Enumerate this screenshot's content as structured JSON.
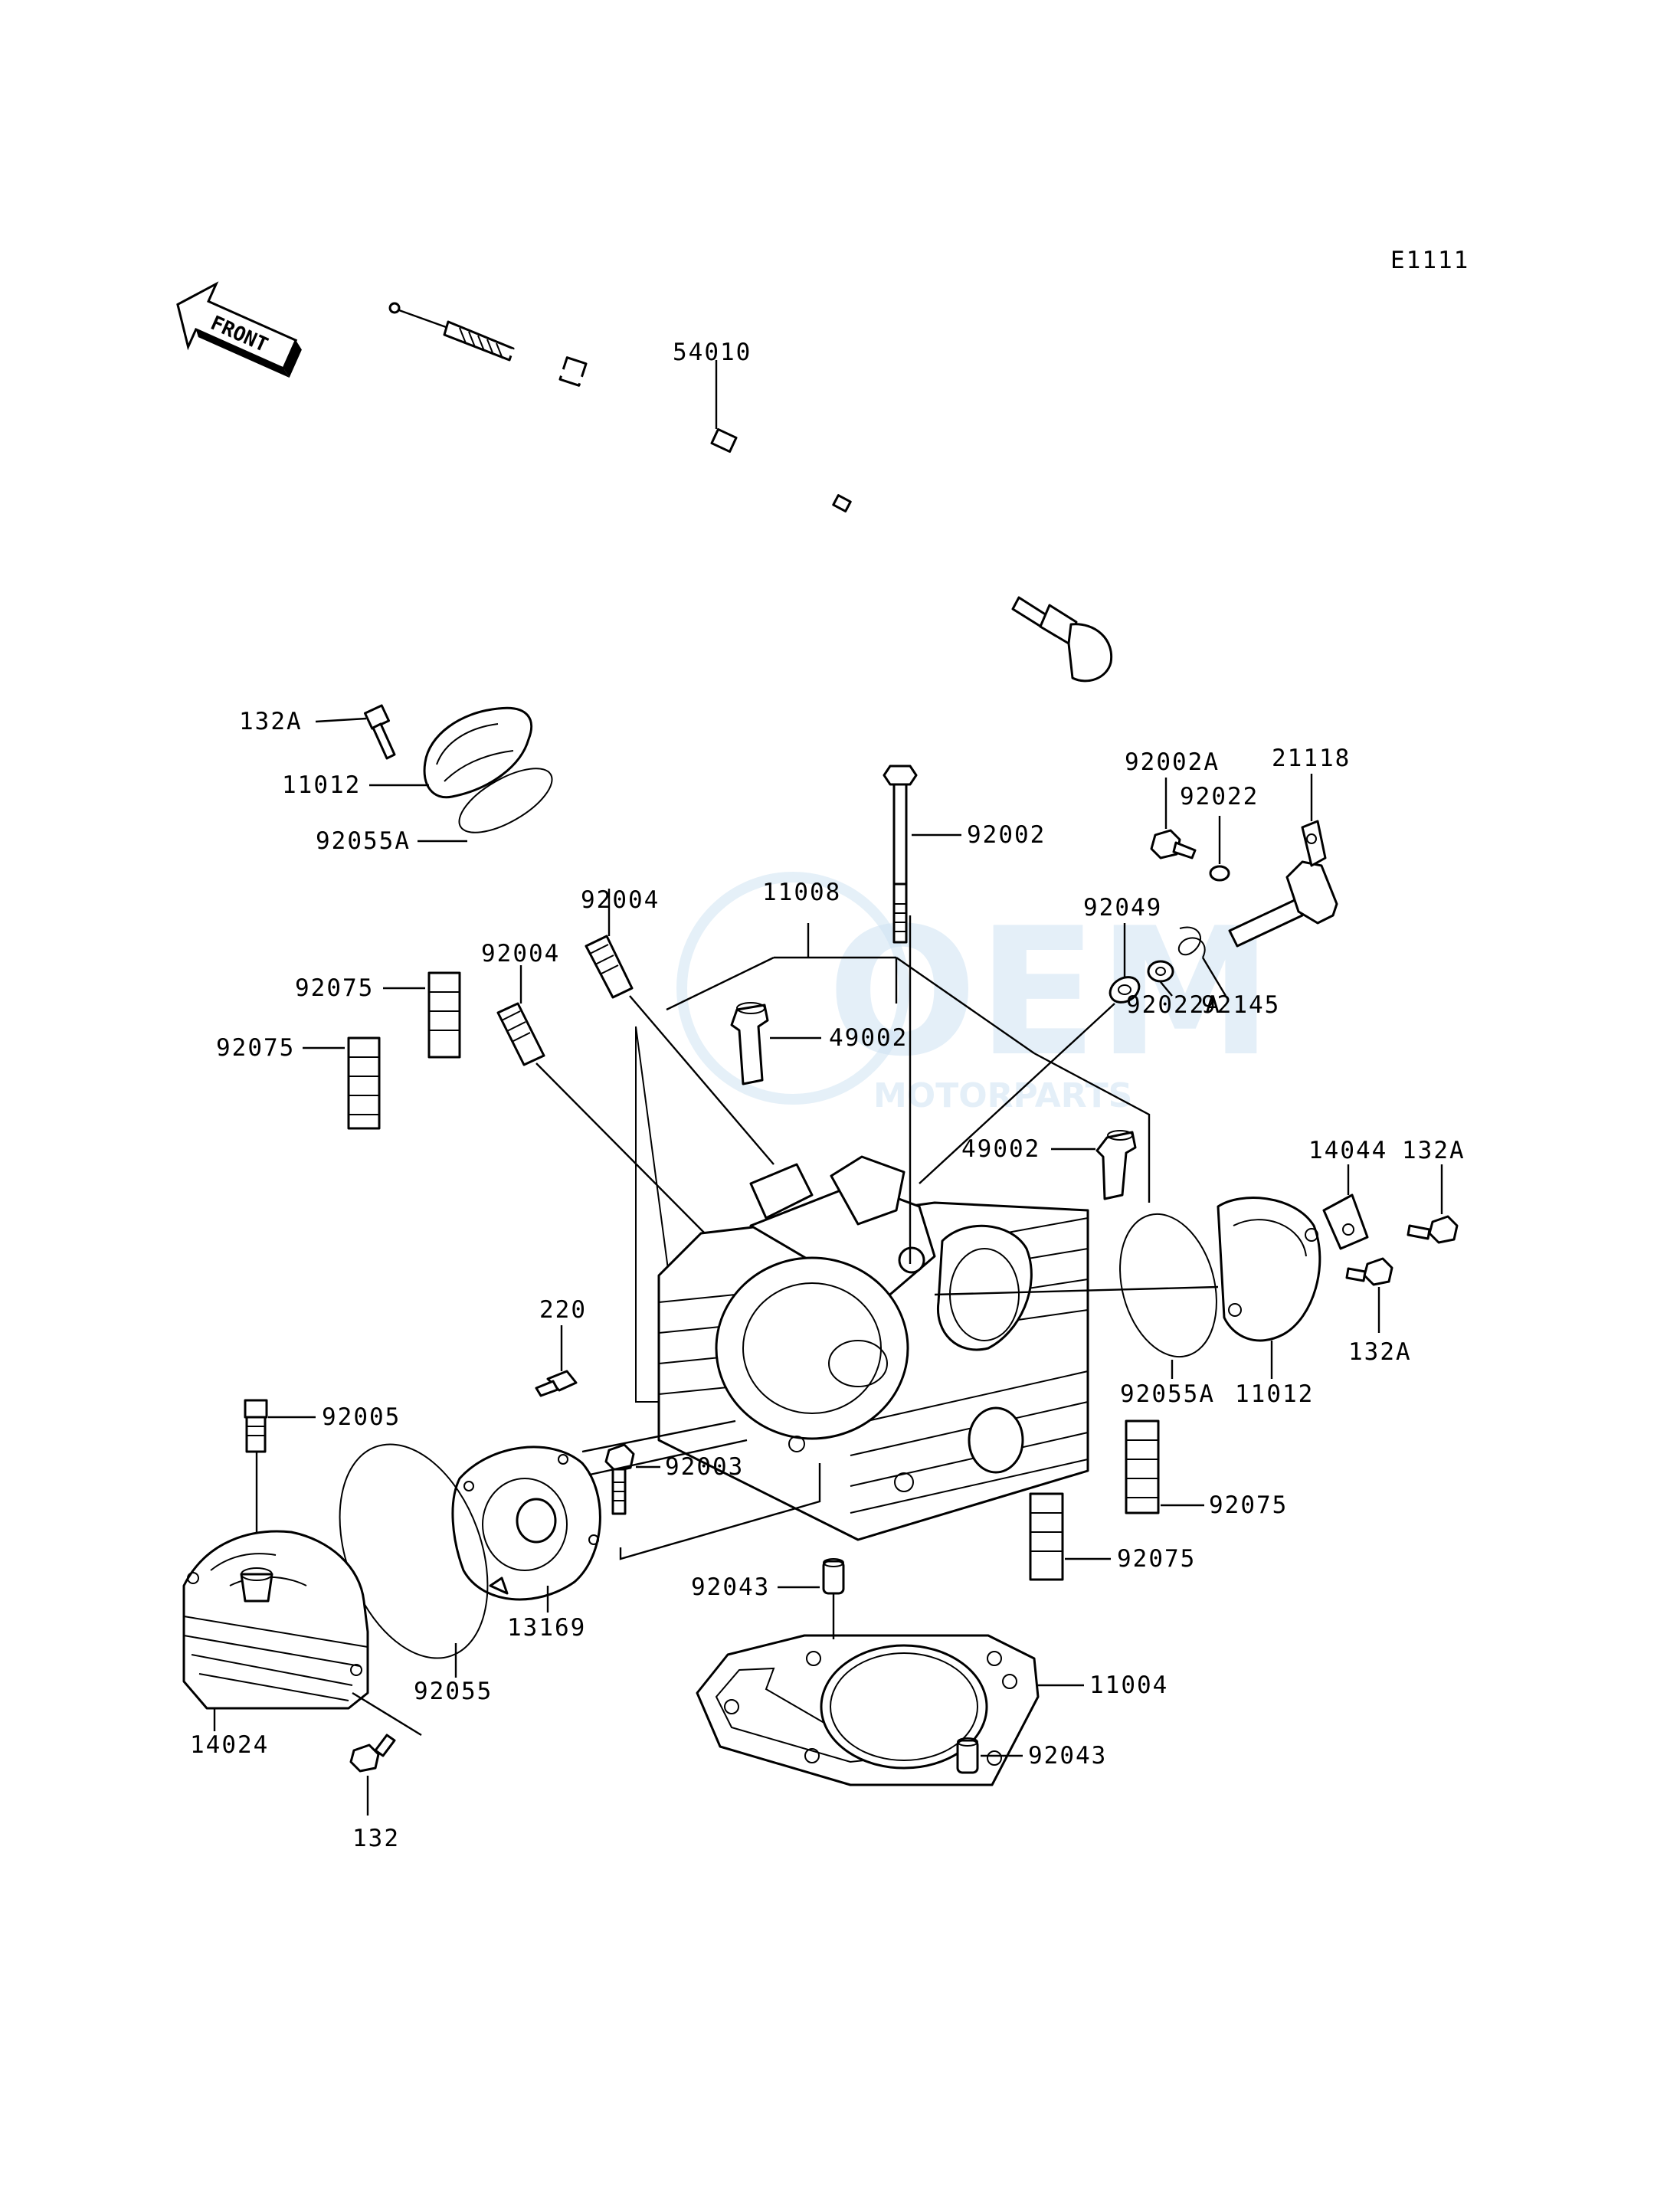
{
  "diagram_code": "E1111",
  "front_label": "FRONT",
  "watermark": {
    "main": "OEM",
    "sub": "MOTORPARTS"
  },
  "colors": {
    "line": "#000000",
    "background": "#ffffff",
    "watermark": "#cfe3f3"
  },
  "callouts": {
    "c54010": "54010",
    "c132A_top": "132A",
    "c11012_top": "11012",
    "c92055A_top": "92055A",
    "c92002": "92002",
    "c92002A": "92002A",
    "c21118": "21118",
    "c92022": "92022",
    "c92049": "92049",
    "c92145": "92145",
    "c92022A": "92022A",
    "c11008": "11008",
    "c92004_a": "92004",
    "c92004_b": "92004",
    "c92075_a": "92075",
    "c92075_b": "92075",
    "c49002_a": "49002",
    "c49002_b": "49002",
    "c14044": "14044",
    "c132A_r1": "132A",
    "c132A_r2": "132A",
    "c92055A_r": "92055A",
    "c11012_r": "11012",
    "c220": "220",
    "c92005": "92005",
    "c92003": "92003",
    "c92075_c": "92075",
    "c92075_d": "92075",
    "c92043_a": "92043",
    "c11004": "11004",
    "c92043_b": "92043",
    "c13169": "13169",
    "c92055": "92055",
    "c14024": "14024",
    "c132": "132"
  }
}
